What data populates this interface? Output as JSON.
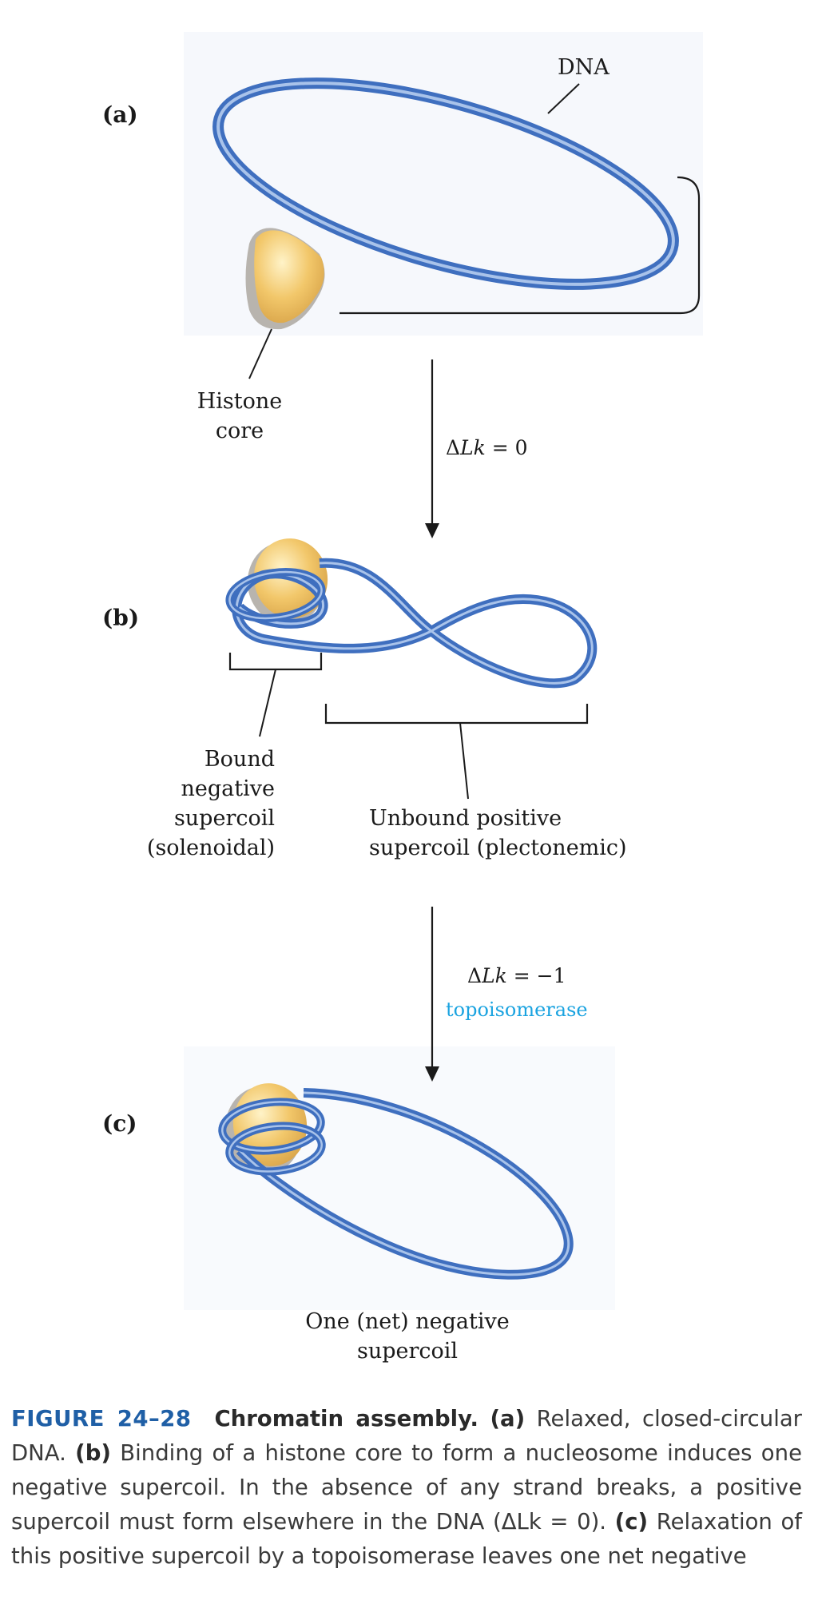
{
  "colors": {
    "dna": "#3f6fbf",
    "dna_highlight": "#a9c3ea",
    "histone": "#f0c060",
    "histone_shadow": "#b8b4ae",
    "topoisomerase": "#1aa3e0",
    "figure_number": "#1f5fa6",
    "text": "#1a1a1a"
  },
  "panel_a": {
    "panel_label": "(a)",
    "dna_label": "DNA",
    "histone_label_line1": "Histone",
    "histone_label_line2": "core"
  },
  "step1": {
    "delta": "Δ",
    "lk": "Lk",
    "rest": " = 0"
  },
  "panel_b": {
    "panel_label": "(b)",
    "bound_line1": "Bound",
    "bound_line2": "negative",
    "bound_line3": "supercoil",
    "bound_line4": "(solenoidal)",
    "unbound_line1": "Unbound positive",
    "unbound_line2": "supercoil (plectonemic)"
  },
  "step2": {
    "delta": "Δ",
    "lk": "Lk",
    "rest": " = −1",
    "enzyme": "topoisomerase"
  },
  "panel_c": {
    "panel_label": "(c)",
    "result_line1": "One (net) negative",
    "result_line2": "supercoil"
  },
  "caption": {
    "figure_number": "FIGURE 24–28",
    "title": "Chromatin assembly.",
    "a_label": "(a)",
    "a_text": " Relaxed, closed-circular DNA. ",
    "b_label": "(b)",
    "b_text": " Binding of a histone core to form a nucleosome induces one negative supercoil. In the absence of any strand breaks, a positive supercoil must form elsewhere in the DNA (ΔLk = 0). ",
    "c_label": "(c)",
    "c_text": " Relaxation of this positive supercoil by a topoisomerase leaves one net negative"
  }
}
